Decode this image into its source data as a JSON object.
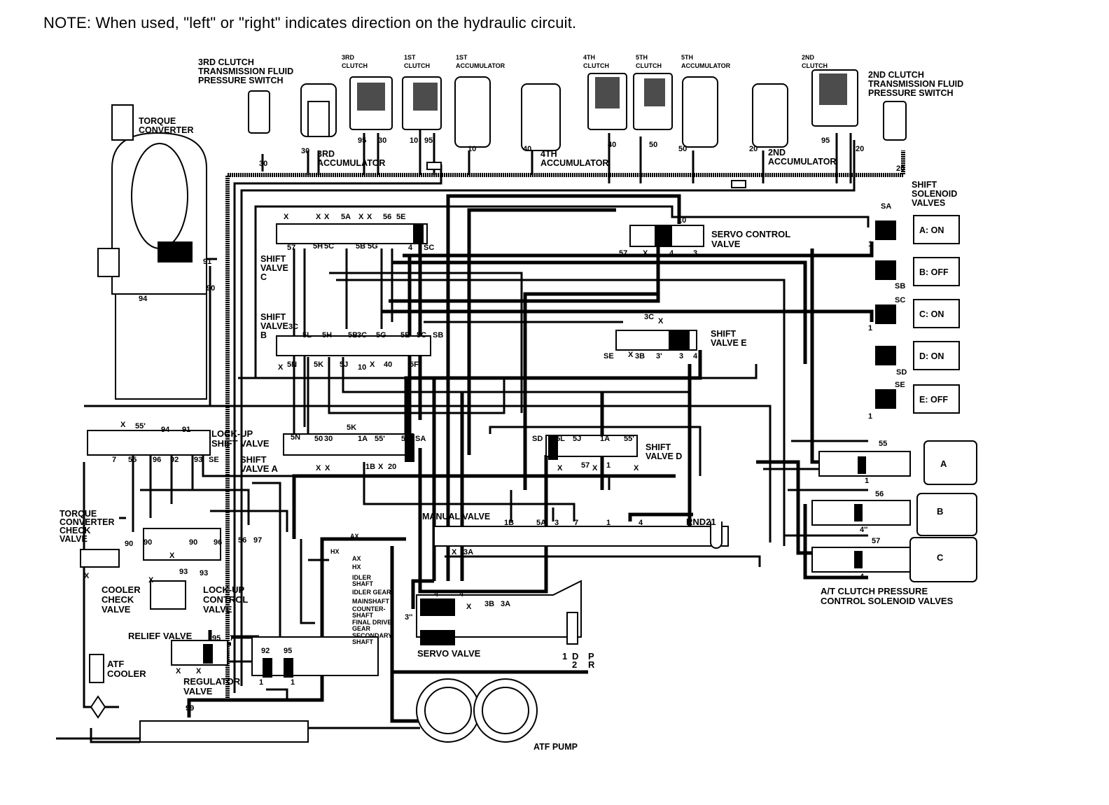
{
  "note": "NOTE: When used, \"left\" or \"right\" indicates direction on the hydraulic circuit.",
  "components": {
    "clutch3_switch": [
      "3RD CLUTCH",
      "TRANSMISSION FLUID",
      "PRESSURE SWITCH"
    ],
    "clutch2_switch": [
      "2ND CLUTCH",
      "TRANSMISSION FLUID",
      "PRESSURE SWITCH"
    ],
    "torque_converter": [
      "TORQUE",
      "CONVERTER"
    ],
    "clutch3": [
      "3RD",
      "CLUTCH"
    ],
    "clutch1": [
      "1ST",
      "CLUTCH"
    ],
    "accum1": [
      "1ST",
      "ACCUMULATOR"
    ],
    "clutch4": [
      "4TH",
      "CLUTCH"
    ],
    "clutch5": [
      "5TH",
      "CLUTCH"
    ],
    "accum5": [
      "5TH",
      "ACCUMULATOR"
    ],
    "clutch2": [
      "2ND",
      "CLUTCH"
    ],
    "accum3": [
      "3RD",
      "ACCUMULATOR"
    ],
    "accum4": [
      "4TH",
      "ACCUMULATOR"
    ],
    "accum2": [
      "2ND",
      "ACCUMULATOR"
    ],
    "shift_solenoid_valves": [
      "SHIFT",
      "SOLENOID",
      "VALVES"
    ],
    "solenoids": [
      "A: ON",
      "B: OFF",
      "C: ON",
      "D: ON",
      "E: OFF"
    ],
    "servo_control_valve": [
      "SERVO CONTROL",
      "VALVE"
    ],
    "shift_valve_c": [
      "SHIFT",
      "VALVE",
      "C"
    ],
    "shift_valve_b": [
      "SHIFT",
      "VALVE",
      "B"
    ],
    "shift_valve_e": [
      "SHIFT",
      "VALVE E"
    ],
    "shift_valve_d": [
      "SHIFT",
      "VALVE D"
    ],
    "shift_valve_a": [
      "SHIFT",
      "VALVE A"
    ],
    "lockup_shift_valve": [
      "LOCK-UP",
      "SHIFT VALVE"
    ],
    "tc_check_valve": [
      "TORQUE",
      "CONVERTER",
      "CHECK",
      "VALVE"
    ],
    "cooler_check_valve": [
      "COOLER",
      "CHECK",
      "VALVE"
    ],
    "lockup_control_valve": [
      "LOCK-UP",
      "CONTROL",
      "VALVE"
    ],
    "relief_valve": "RELIEF VALVE",
    "regulator_valve": [
      "REGULATOR",
      "VALVE"
    ],
    "atf_cooler": [
      "ATF",
      "COOLER"
    ],
    "atf_pump": "ATF PUMP",
    "manual_valve": "MANUAL VALVE",
    "manual_positions": "RND21",
    "manual_positions_lower": [
      "1",
      "D",
      "2",
      "P",
      "R"
    ],
    "servo_valve": "SERVO VALVE",
    "lubrication": [
      "AX",
      "HX",
      "AX",
      "HX",
      "IDLER",
      "SHAFT",
      "IDLER GEAR",
      "MAINSHAFT",
      "COUNTER-",
      "SHAFT",
      "FINAL DRIVE",
      "GEAR",
      "SECONDARY",
      "SHAFT"
    ],
    "at_clutch_solenoids": [
      "A",
      "B",
      "C"
    ],
    "at_clutch_caption": [
      "A/T CLUTCH PRESSURE",
      "CONTROL SOLENOID VALVES"
    ]
  },
  "ports": {
    "top": [
      "30",
      "30",
      "95",
      "30",
      "10",
      "95",
      "10",
      "40",
      "40",
      "50",
      "50",
      "20",
      "95",
      "20",
      "20"
    ],
    "shift_c": [
      "X",
      "X",
      "X",
      "5A",
      "X",
      "X",
      "56",
      "5E",
      "57",
      "5H",
      "5C",
      "5B",
      "5G",
      "4",
      "SC"
    ],
    "shift_b": [
      "3C",
      "5L",
      "5H",
      "5B",
      "3C",
      "5G",
      "5E",
      "5C",
      "SB",
      "X",
      "5N",
      "5K",
      "5J",
      "10",
      "X",
      "40",
      "5F"
    ],
    "shift_a": [
      "5N",
      "50",
      "30",
      "5K",
      "1A",
      "55'",
      "5F",
      "SA",
      "X",
      "X",
      "1B",
      "X",
      "20"
    ],
    "lockup_shift": [
      "X",
      "55'",
      "94",
      "91",
      "7",
      "55",
      "96",
      "92",
      "93",
      "SE"
    ],
    "servo_control": [
      "10",
      "57",
      "X",
      "4",
      "3"
    ],
    "shift_e": [
      "3C",
      "X",
      "SE",
      "X",
      "3B",
      "3'",
      "3",
      "4"
    ],
    "shift_d": [
      "SD",
      "5L",
      "5J",
      "1A",
      "55'",
      "X",
      "57",
      "X",
      "1",
      "X"
    ],
    "solenoid": [
      "SA",
      "SB",
      "SC",
      "SD",
      "SE",
      "1",
      "1",
      "1"
    ],
    "at_clutch": [
      "55",
      "56",
      "57",
      "1",
      "4''",
      "4"
    ],
    "manual": [
      "1B",
      "5A",
      "3",
      "7",
      "1",
      "4",
      "X",
      "3A"
    ],
    "servo": [
      "4'",
      "4''",
      "X",
      "3B",
      "3A",
      "3''"
    ],
    "tc": [
      "91",
      "90",
      "94"
    ],
    "lockup_control": [
      "90",
      "90",
      "90",
      "96",
      "56",
      "97",
      "X",
      "93",
      "X",
      "93",
      "X"
    ],
    "regulator": [
      "95",
      "7",
      "92",
      "95",
      "1",
      "1",
      "X",
      "X",
      "99"
    ]
  }
}
